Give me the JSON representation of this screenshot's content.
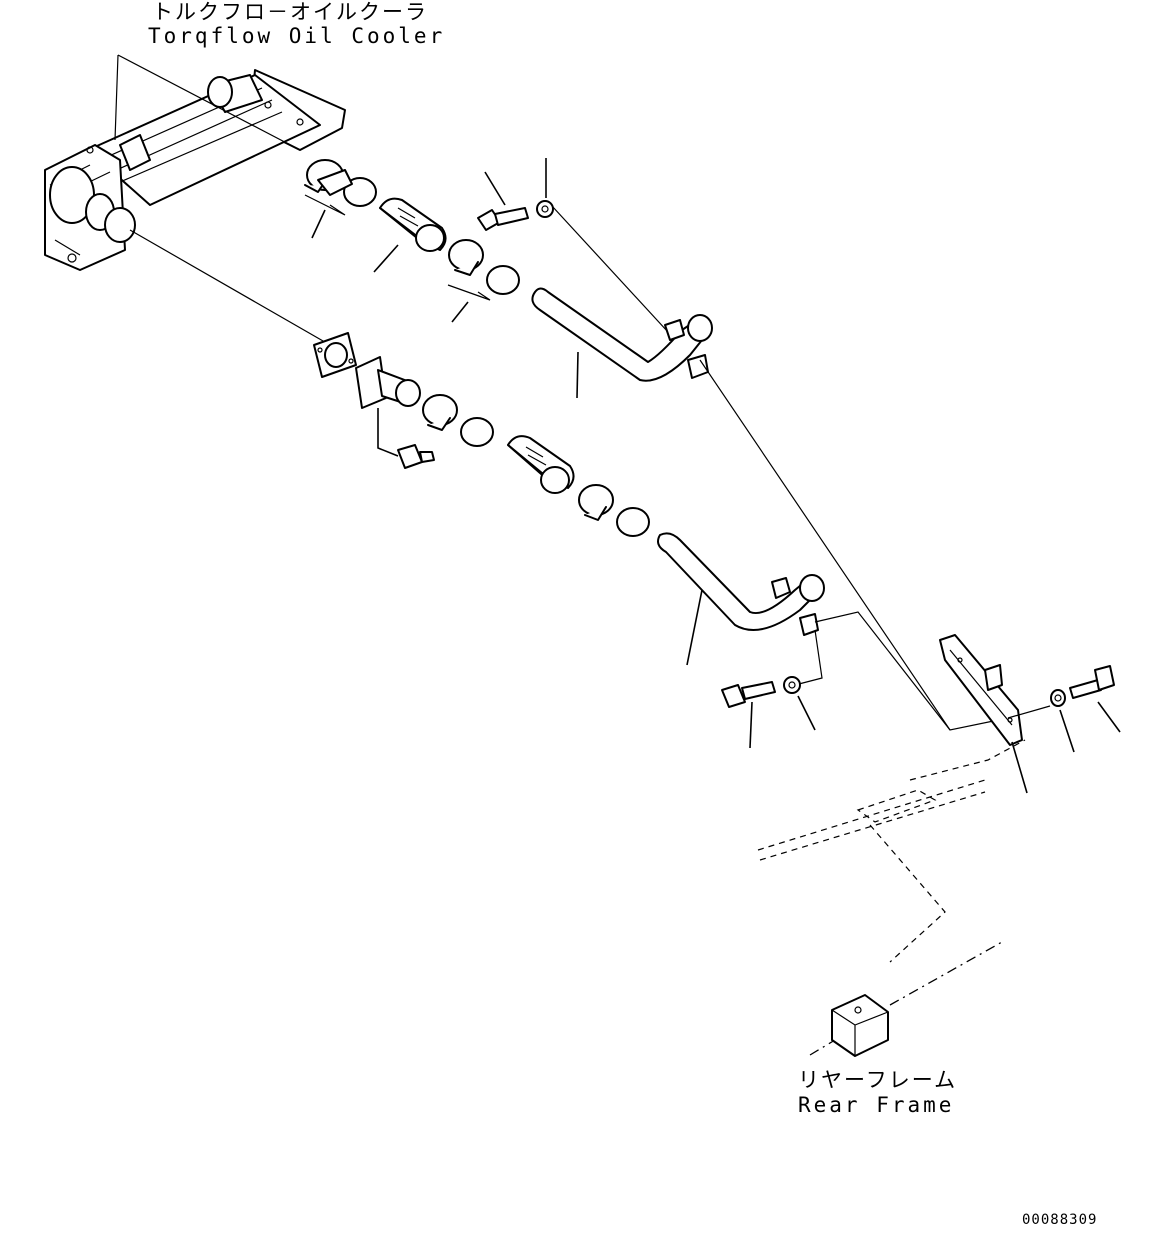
{
  "labels": {
    "oil_cooler_jp": "トルクフロ－オイルクーラ",
    "oil_cooler_en": "Torqflow Oil Cooler",
    "rear_frame_jp": "リヤーフレーム",
    "rear_frame_en": "Rear Frame",
    "doc_number": "00088309"
  }
}
